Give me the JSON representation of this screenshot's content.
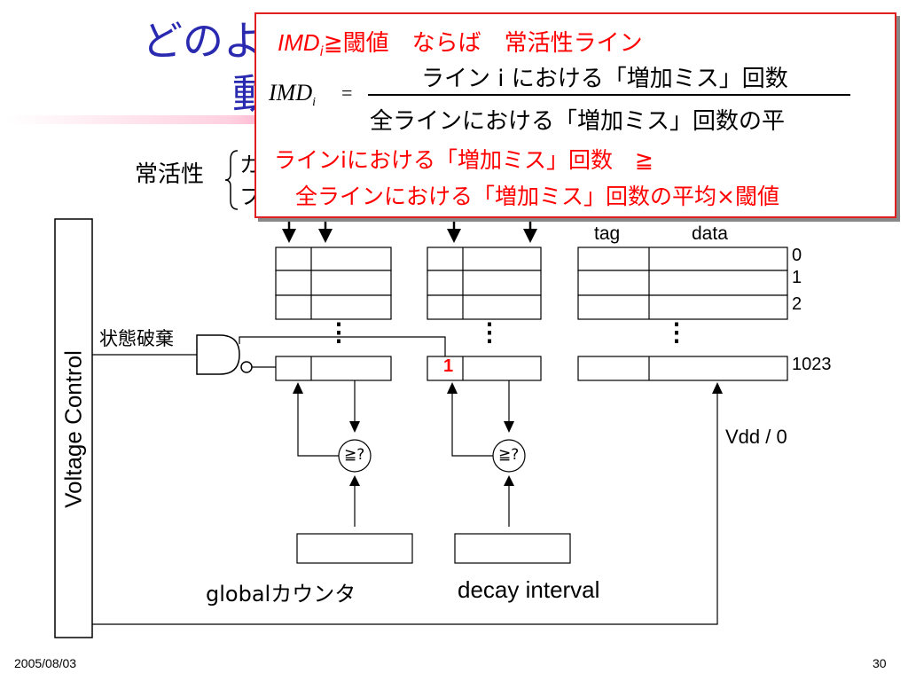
{
  "slide": {
    "title_line1": "どのよ",
    "title_line2": "動",
    "date": "2005/08/03",
    "page_number": "30"
  },
  "brace": {
    "label": "常活性",
    "line1": "カ",
    "line2": "フ"
  },
  "callout": {
    "heading_imd": "IMD",
    "heading_sub": "i",
    "heading_rest": "≧閾値　ならば　常活性ライン",
    "formula_lhs": "IMD",
    "formula_lhs_sub": "i",
    "formula_eq": "=",
    "numerator": "ライン i における「増加ミス」回数",
    "denominator": "全ラインにおける「増加ミス」回数の平",
    "line3_a": "ラインi",
    "line3_b": "における「増加ミス」回数　≧",
    "line4": "全ラインにおける「増加ミス」回数の平均×閾値"
  },
  "diagram": {
    "voltage_control": "Voltage Control",
    "state_discard": "状態破棄",
    "tag_label": "tag",
    "data_label": "data",
    "row_indices": [
      "0",
      "1",
      "2",
      "1023"
    ],
    "ellipsis": "⋮",
    "flag_value": "1",
    "comparator_1": "≧?",
    "comparator_2": "≧?",
    "vdd_label": "Vdd / 0",
    "global_counter": "globalカウンタ",
    "decay_interval": "decay interval"
  }
}
